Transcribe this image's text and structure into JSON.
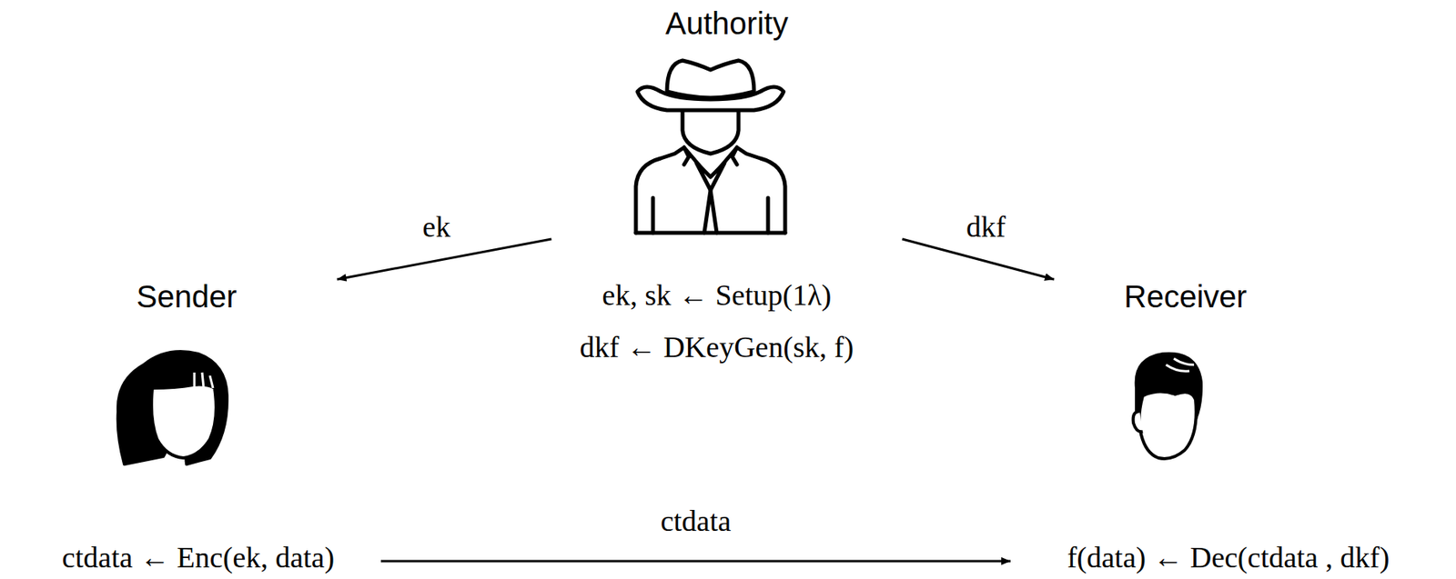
{
  "diagram": {
    "nodes": [
      {
        "text": [
          "Authority"
        ]
      },
      {
        "text": [
          "Sender",
          "ctdata ← Enc(ek, data)"
        ]
      },
      {
        "text": [
          "Receiver",
          "f(data) ← Dec(ctdata , dkf)"
        ]
      }
    ],
    "edges": [
      {
        "from": 0,
        "to": 1,
        "arrow": "to",
        "label": "ek"
      },
      {
        "from": 0,
        "to": 2,
        "arrow": "to",
        "label": "dkf"
      },
      {
        "from": 1,
        "to": 2,
        "arrow": "to",
        "label": "ctdata"
      }
    ],
    "labels": [
      "ek, sk ← Setup(1λ)",
      "dkf ← DKeyGen(sk, f)"
    ]
  }
}
